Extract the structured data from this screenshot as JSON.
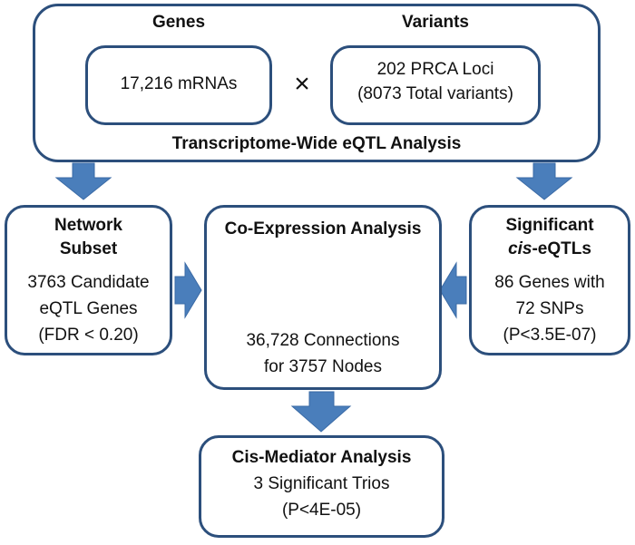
{
  "top_panel": {
    "genes_header": "Genes",
    "variants_header": "Variants",
    "genes_value": "17,216 mRNAs",
    "times_symbol": "×",
    "variants_line1": "202 PRCA Loci",
    "variants_line2": "(8073 Total variants)",
    "footer": "Transcriptome-Wide eQTL Analysis"
  },
  "network_subset": {
    "title_line1": "Network",
    "title_line2": "Subset",
    "line1": "3763 Candidate",
    "line2": "eQTL Genes",
    "line3": "(FDR < 0.20)"
  },
  "coexpression": {
    "title": "Co-Expression Analysis",
    "line1": "36,728 Connections",
    "line2": "for 3757 Nodes"
  },
  "significant": {
    "title_line1": "Significant",
    "title_italic": "cis",
    "title_suffix": "-eQTLs",
    "line1": "86 Genes with",
    "line2": "72 SNPs",
    "line3": "(P<3.5E-07)"
  },
  "cis_mediator": {
    "title": "Cis-Mediator Analysis",
    "line1": "3 Significant Trios",
    "line2": "(P<4E-05)"
  },
  "colors": {
    "box_border": "#2c4f7c",
    "arrow_fill": "#4a7ebb",
    "node_blue": "#4a7ebb",
    "node_red": "#c0504d"
  }
}
